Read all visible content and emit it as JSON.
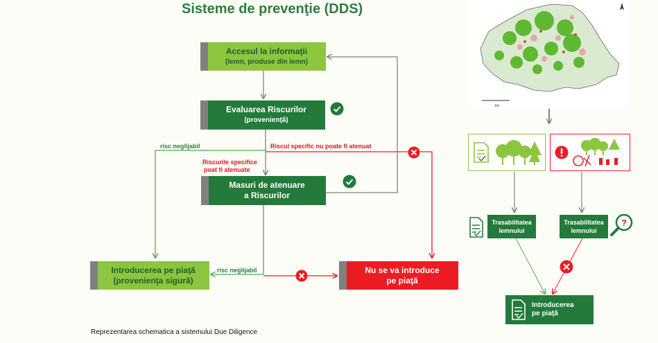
{
  "title": "Sisteme de prevenţie (DDS)",
  "boxes": {
    "access": {
      "line1": "Accesul la informaţii",
      "line2": "(lemn, produse din lemn)"
    },
    "evaluation": {
      "line1": "Evaluarea Riscurilor",
      "line2": "(provenienţă)"
    },
    "mitigation": {
      "line1": "Masuri de atenuare",
      "line2": "a Riscurilor"
    },
    "market": {
      "line1": "Introducerea pe piaţă",
      "line2": "(provenienţa sigură)"
    },
    "no_market": {
      "line1": "Nu se va introduce",
      "line2": "pe piaţă"
    }
  },
  "labels": {
    "risk_negligible_top": "risc neglijabil",
    "risk_specific_not_mitigated": "Riscul specific nu poate fi atenuat",
    "specific_risks_line1": "Riscurile specifice",
    "specific_risks_line2": "poat fi atenuate",
    "risk_negligible_bottom": "risc neglijabil"
  },
  "right": {
    "trace_left": {
      "line1": "Trasabilitatea",
      "line2": "lemnului"
    },
    "trace_right": {
      "line1": "Trasabilitatea",
      "line2": "lemnului"
    },
    "market": {
      "line1": "Introducerea",
      "line2": "pe piaţă"
    }
  },
  "caption": "Reprezentarea schematica a sistemului Due Diligence",
  "colors": {
    "dark_green": "#237a3b",
    "light_green": "#8cc63f",
    "red": "#ed1c24",
    "gray": "#808080"
  },
  "icons": [
    "check-icon",
    "x-icon",
    "document-icon",
    "trees-icon",
    "exclamation-icon",
    "magnifier-question-icon",
    "compass-icon"
  ]
}
